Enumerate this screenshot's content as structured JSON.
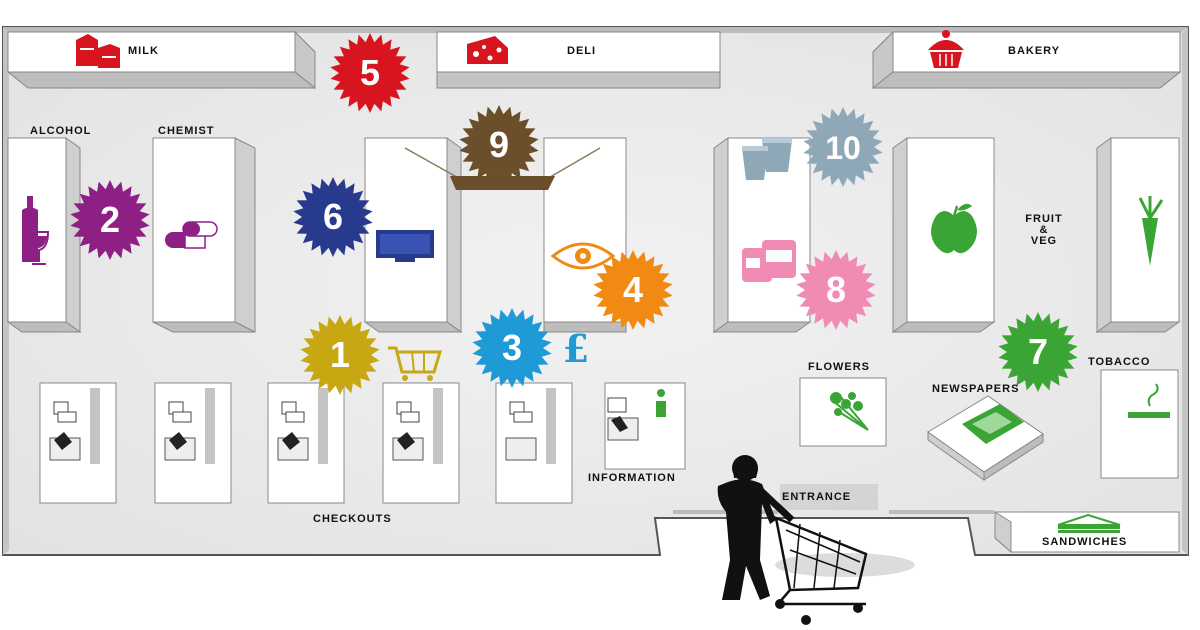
{
  "sections": {
    "milk": "MILK",
    "deli": "DELI",
    "bakery": "BAKERY",
    "alcohol": "ALCOHOL",
    "chemist": "CHEMIST",
    "fruit_veg": "FRUIT\n&\nVEG",
    "flowers": "FLOWERS",
    "tobacco": "TOBACCO",
    "newspapers": "NEWSPAPERS",
    "information": "INFORMATION",
    "checkouts": "CHECKOUTS",
    "entrance": "ENTRANCE",
    "sandwiches": "SANDWICHES"
  },
  "markers": [
    {
      "label": "1",
      "color": "#c8a812"
    },
    {
      "label": "2",
      "color": "#8e1f85"
    },
    {
      "label": "3",
      "color": "#1e9ad6"
    },
    {
      "label": "4",
      "color": "#f08a12"
    },
    {
      "label": "5",
      "color": "#d8141e"
    },
    {
      "label": "6",
      "color": "#283a8e"
    },
    {
      "label": "7",
      "color": "#3aa435"
    },
    {
      "label": "8",
      "color": "#f08cb4"
    },
    {
      "label": "9",
      "color": "#6b4e2a"
    },
    {
      "label": "10",
      "color": "#8fa8b8"
    }
  ],
  "icons": {
    "milk": "milk-carton-icon",
    "deli": "cheese-icon",
    "bakery": "cupcake-icon",
    "alcohol": "wine-icon",
    "chemist": "pills-icon",
    "electronics": "tv-icon",
    "optician": "eye-icon",
    "currency": "pound-sign-icon",
    "cart": "shopping-cart-icon",
    "yogurt": "yogurt-pots-icon",
    "cans": "cans-icon",
    "fruit": "apple-icon",
    "veg": "carrot-icon",
    "flowers": "flowers-icon",
    "tobacco": "cigarette-icon",
    "information": "info-icon",
    "sandwiches": "sandwich-icon"
  },
  "colors": {
    "floor": "#ececec",
    "wall": "#555555",
    "unit_face": "#ffffff",
    "unit_side": "#cfcfcf"
  }
}
